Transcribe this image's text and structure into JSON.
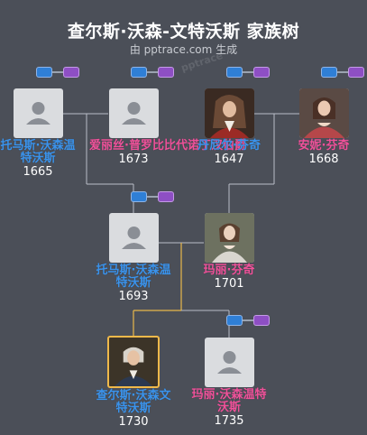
{
  "header": {
    "title": "查尔斯·沃森-文特沃斯 家族树",
    "subtitle": "由 pptrace.com 生成",
    "watermark": "pptrace"
  },
  "colors": {
    "background": "#4b4f58",
    "male": "#3a93ec",
    "female": "#f0519a",
    "selected_border": "#f0b94a",
    "line": "#b9bec7",
    "lineage_line": "#e8b74a"
  },
  "people": {
    "p1": {
      "name": "托马斯·沃森温特沃斯",
      "year": "1665",
      "gender": "male",
      "photo": "placeholder"
    },
    "p2": {
      "name": "爱丽丝·普罗比",
      "year": "1673",
      "gender": "female",
      "photo": "placeholder"
    },
    "p3": {
      "name": "丹尼尔·芬奇",
      "year": "1647",
      "gender": "male",
      "photo": "portrait"
    },
    "p4": {
      "name": "安妮·芬奇",
      "year": "1668",
      "gender": "female",
      "photo": "portrait"
    },
    "p5": {
      "name": "托马斯·沃森温特沃斯",
      "year": "1693",
      "gender": "male",
      "photo": "placeholder"
    },
    "p6": {
      "name": "玛丽·芬奇",
      "year": "1701",
      "gender": "female",
      "photo": "portrait"
    },
    "p7": {
      "name": "查尔斯·沃森文特沃斯",
      "year": "1730",
      "gender": "male",
      "photo": "portrait"
    },
    "p8": {
      "name": "玛丽·沃森温特沃斯",
      "year": "1735",
      "gender": "female",
      "photo": "placeholder"
    }
  },
  "overlap_text": "比代诺丁汉伯爵"
}
